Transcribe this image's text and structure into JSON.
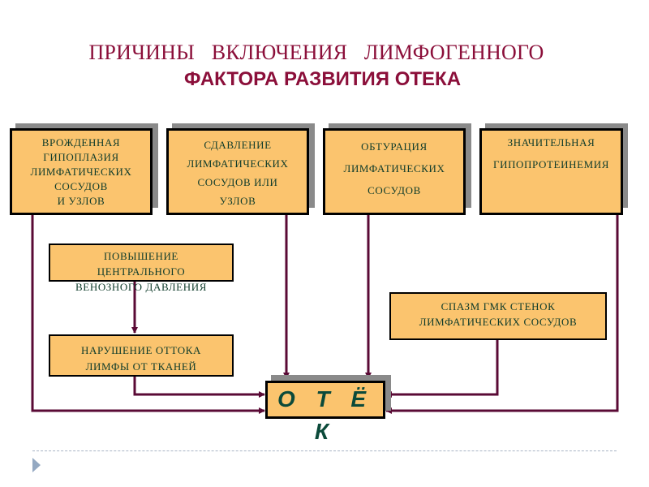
{
  "title": {
    "line1": "ПРИЧИНЫ ВКЛЮЧЕНИЯ ЛИМФОГЕННОГО",
    "line2": "ФАКТОРА РАЗВИТИЯ ОТЕКА"
  },
  "causes": [
    {
      "lines": [
        "ВРОЖДЕННАЯ",
        "ГИПОПЛАЗИЯ",
        "ЛИМФАТИЧЕСКИХ",
        "СОСУДОВ",
        "И УЗЛОВ"
      ]
    },
    {
      "lines": [
        "СДАВЛЕНИЕ",
        "ЛИМФАТИЧЕСКИХ",
        "СОСУДОВ ИЛИ",
        "УЗЛОВ"
      ]
    },
    {
      "lines": [
        "ОБТУРАЦИЯ",
        "ЛИМФАТИЧЕСКИХ",
        "СОСУДОВ"
      ]
    },
    {
      "lines": [
        "ЗНАЧИТЕЛЬНАЯ",
        "ГИПОПРОТЕИНЕМИЯ"
      ]
    }
  ],
  "venous_pressure": {
    "lines": [
      "ПОВЫШЕНИЕ",
      "ЦЕНТРАЛЬНОГО",
      "ВЕНОЗНОГО ДАВЛЕНИЯ"
    ]
  },
  "lymph_outflow": {
    "lines": [
      "НАРУШЕНИЕ ОТТОКА",
      "ЛИМФЫ ОТ ТКАНЕЙ"
    ]
  },
  "spasm": {
    "lines": [
      "СПАЗМ ГМК СТЕНОК",
      "ЛИМФАТИЧЕСКИХ СОСУДОВ"
    ]
  },
  "result": {
    "label": "О Т Ё К"
  },
  "colors": {
    "title": "#8b0f3a",
    "box_fill": "#fbc46e",
    "box_text": "#0e3b2a",
    "connector": "#5a0a35",
    "shadow": "#8a8a8a"
  }
}
